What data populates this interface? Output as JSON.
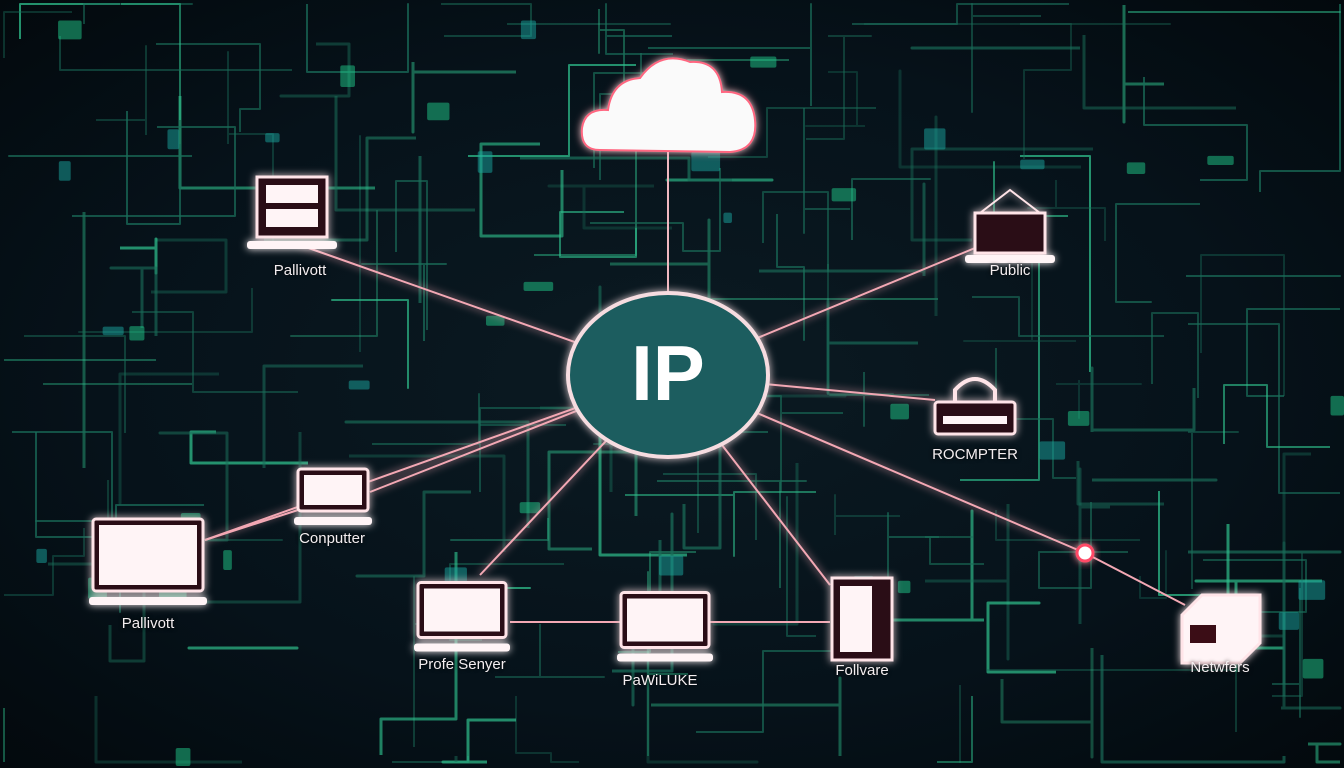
{
  "center": {
    "label": "IP"
  },
  "nodes": [
    {
      "id": "pallivott-top",
      "label": "Pallivott",
      "icon": "server-laptop-icon"
    },
    {
      "id": "public",
      "label": "Public",
      "icon": "laptop-antenna-icon"
    },
    {
      "id": "rocmpter",
      "label": "ROCMPTER",
      "icon": "router-lock-icon"
    },
    {
      "id": "computer",
      "label": "Conputter",
      "icon": "monitor-icon"
    },
    {
      "id": "pallivott-left",
      "label": "Pallivott",
      "icon": "monitor-icon"
    },
    {
      "id": "profe-senyer",
      "label": "Profe Senyer",
      "icon": "monitor-icon"
    },
    {
      "id": "pawiluke",
      "label": "PaWiLUKE",
      "icon": "monitor-icon"
    },
    {
      "id": "follvare",
      "label": "Follvare",
      "icon": "server-tower-icon"
    },
    {
      "id": "netwfers",
      "label": "Netwfers",
      "icon": "server-box-icon"
    }
  ],
  "colors": {
    "accent": "#e8344f",
    "glow": "#ff4866",
    "circuit": "#1f8f6e",
    "center_fill": "#1c5d5e"
  }
}
